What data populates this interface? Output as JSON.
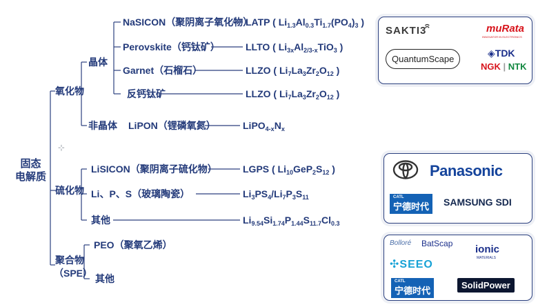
{
  "diagram": {
    "root_line1": "固态",
    "root_line2": "电解质",
    "categories": {
      "oxide": "氧化物",
      "sulfide": "硫化物",
      "polymer_line1": "聚合物",
      "polymer_line2": "（SPE）"
    },
    "subcategories": {
      "crystalline": "晶体",
      "amorphous": "非晶体",
      "sulfide_other": "其他",
      "polymer_other": "其他"
    },
    "materials": {
      "nasicon": "NaSICON（聚阴离子氧化物）",
      "perovskite": "Perovskite（钙钛矿）",
      "garnet": "Garnet（石榴石）",
      "anti_perovskite": "反钙钛矿",
      "lipon": "LiPON（锂磷氧氮）",
      "lisicon": "LiSICON（聚阴离子硫化物）",
      "lps": "Li、P、S（玻璃陶瓷）",
      "peo": "PEO（聚氧乙烯）"
    },
    "formulas": {
      "latp": "LATP ( Li<sub>1.3</sub>Al<sub>0.3</sub>Ti<sub>1.7</sub>(PO<sub>4</sub>)<sub>3</sub> )",
      "llto": "LLTO ( Li<sub>3x</sub>Al<sub>2/3-x</sub>TiO<sub>3</sub> )",
      "llzo_garnet": "LLZO ( Li<sub>7</sub>La<sub>3</sub>Zr<sub>2</sub>O<sub>12</sub> )",
      "llzo_anti": "LLZO ( Li<sub>7</sub>La<sub>3</sub>Zr<sub>2</sub>O<sub>12</sub> )",
      "lipon": "LiPO<sub>4-x</sub>N<sub>x</sub>",
      "lgps": "LGPS ( Li<sub>10</sub>GeP<sub>2</sub>S<sub>12</sub> )",
      "lps": "Li<sub>3</sub>PS<sub>4</sub>/Li<sub>7</sub>P<sub>3</sub>S<sub>11</sub>",
      "lsps": "Li<sub>9.54</sub>Si<sub>1.74</sub>P<sub>1.44</sub>S<sub>11.7</sub>Cl<sub>0.3</sub>"
    }
  },
  "logos": {
    "oxide_panel": {
      "sakti3": "SAKTI3",
      "murata": "muRata",
      "murata_tagline": "INNOVATOR IN ELECTRONICS",
      "quantumscape": "QuantumScape",
      "tdk": "◈TDK",
      "ngk": "NGK",
      "ntk": "NTK"
    },
    "sulfide_panel": {
      "panasonic": "Panasonic",
      "catl_small": "CATL",
      "catl_cn": "宁德时代",
      "samsung": "SAMSUNG SDI"
    },
    "polymer_panel": {
      "bollore": "Bolloré",
      "batscap": "BatScap",
      "ionic": "ionic",
      "ionic_sub": "MATERIALS",
      "seeo": "SEEO",
      "catl_small": "CATL",
      "catl_cn": "宁德时代",
      "solidpower": "SolidPower"
    }
  },
  "colors": {
    "text": "#233a7a",
    "line": "#2a3f7e",
    "panel_border": "#2a3f7e"
  }
}
